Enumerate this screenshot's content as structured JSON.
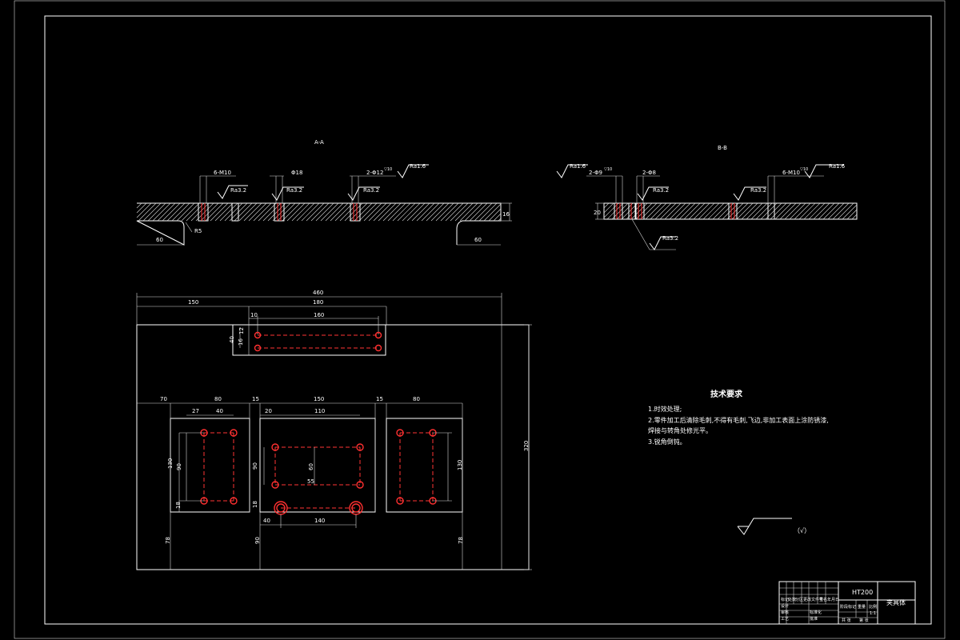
{
  "sections": {
    "aa_label": "A-A",
    "bb_label": "B-B"
  },
  "aa_callouts": {
    "holes1": "6-M10",
    "holes2": "Φ18",
    "holes3": "2-Φ12",
    "holes3_depth": "▽10",
    "rough1": "Ra3.2",
    "rough2": "Ra3.2",
    "rough3": "Ra3.2",
    "rough_top": "Ra1.6",
    "r_label": "R5",
    "dim_left": "60",
    "dim_right": "60",
    "dim_height": "16"
  },
  "bb_callouts": {
    "rough_left": "Ra1.6",
    "holes_a": "2-Φ9",
    "holes_a_depth": "▽10",
    "holes_b": "2-Φ8",
    "rough_mid": "Ra3.2",
    "rough_right_mid": "Ra3.2",
    "holes_c": "6-M10",
    "holes_c_depth": "▽10",
    "rough_right": "Ra1.6",
    "rough_bottom": "Ra3.2",
    "dim_height": "20"
  },
  "plan": {
    "dim_overall_w": "460",
    "dim_left_offset": "150",
    "dim_top_plate_w": "180",
    "dim_top_inset": "10",
    "dim_top_hole_span": "160",
    "dim_top_v1": "12",
    "dim_top_v2": "16",
    "dim_top_h": "40",
    "dim_row_70": "70",
    "dim_row_80a": "80",
    "dim_row_15a": "15",
    "dim_row_150": "150",
    "dim_row_15b": "15",
    "dim_row_80b": "80",
    "dim_left_27": "27",
    "dim_left_40": "40",
    "dim_left_130": "130",
    "dim_left_90": "90",
    "dim_left_18": "18",
    "dim_mid_20": "20",
    "dim_mid_110": "110",
    "dim_mid_60": "60",
    "dim_mid_55": "55",
    "dim_mid_90": "90",
    "dim_mid_18": "18",
    "dim_mid_40": "40",
    "dim_mid_140": "140",
    "dim_right_130": "130",
    "dim_bot_left": "78",
    "dim_bot_mid": "90",
    "dim_bot_right": "78",
    "dim_total_h": "320"
  },
  "notes": {
    "title": "技术要求",
    "items": [
      "1.时效处理;",
      "2.零件加工后清除毛刺,不得有毛刺,飞边,非加工表面上涂防锈漆,",
      "   焊接与转角处修光平。",
      "3.锐角倒钝。"
    ]
  },
  "rough_general": "（√）",
  "title_block": {
    "material": "HT200",
    "part_name": "夹具体",
    "labels": [
      "标记",
      "处数",
      "分区",
      "更改文件号",
      "签名",
      "年月日",
      "设计",
      "审核",
      "工艺",
      "批准",
      "阶段标记",
      "重量",
      "比例",
      "共 张",
      "第 张",
      "标准化"
    ],
    "scale": "1:1"
  }
}
